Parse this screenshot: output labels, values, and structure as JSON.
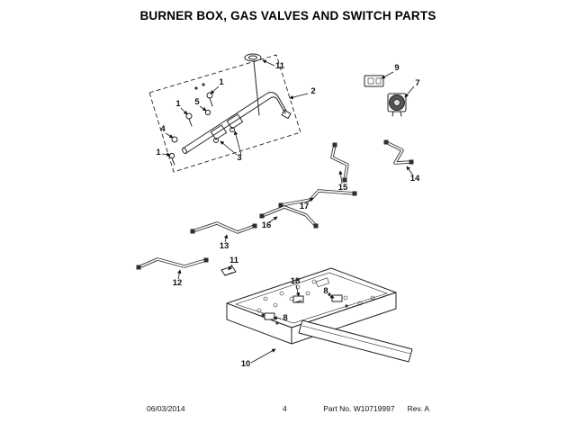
{
  "title": "BURNER BOX, GAS VALVES AND SWITCH PARTS",
  "footer": {
    "date": "06/03/2014",
    "page_number": "4",
    "part_number": "Part No. W10719997",
    "revision": "Rev. A"
  },
  "colors": {
    "line": "#1a1a1a",
    "background": "#ffffff"
  },
  "diagram": {
    "callouts": [
      {
        "label": "1"
      },
      {
        "label": "5"
      },
      {
        "label": "1"
      },
      {
        "label": "4"
      },
      {
        "label": "1"
      },
      {
        "label": "3"
      },
      {
        "label": "2"
      },
      {
        "label": "11"
      },
      {
        "label": "9"
      },
      {
        "label": "7"
      },
      {
        "label": "15"
      },
      {
        "label": "14"
      },
      {
        "label": "17"
      },
      {
        "label": "16"
      },
      {
        "label": "13"
      },
      {
        "label": "12"
      },
      {
        "label": "11"
      },
      {
        "label": "18"
      },
      {
        "label": "8"
      },
      {
        "label": "8"
      },
      {
        "label": "10"
      }
    ]
  }
}
